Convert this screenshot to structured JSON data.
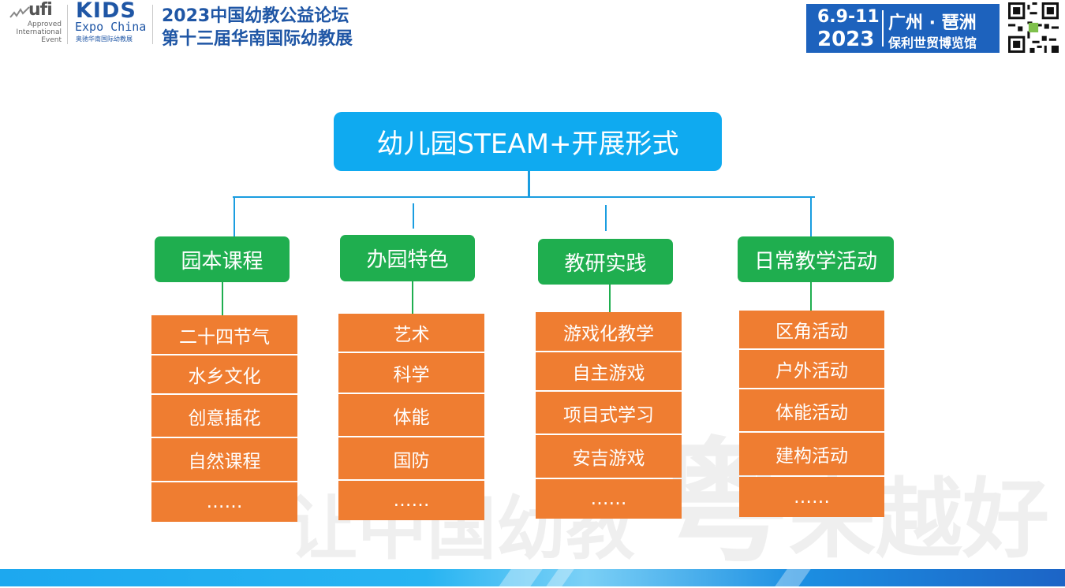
{
  "header": {
    "ufi": {
      "word": "ufi",
      "line1": "Approved",
      "line2": "International",
      "line3": "Event"
    },
    "kids": {
      "word": "KIDS",
      "expo": "Expo China",
      "subtitle": "奥驰华南国际幼教展"
    },
    "forum": {
      "line1": "2023中国幼教公益论坛",
      "line2": "第十三届华南国际幼教展"
    },
    "badge": {
      "days": "6.9-11",
      "year": "2023",
      "city": "广州 · 琶洲",
      "hall": "保利世贸博览馆"
    }
  },
  "diagram": {
    "root": "幼儿园STEAM+开展形式",
    "categories": [
      {
        "label": "园本课程",
        "items": [
          "二十四节气",
          "水乡文化",
          "创意插花",
          "自然课程",
          "……"
        ]
      },
      {
        "label": "办园特色",
        "items": [
          "艺术",
          "科学",
          "体能",
          "国防",
          "……"
        ]
      },
      {
        "label": "教研实践",
        "items": [
          "游戏化教学",
          "自主游戏",
          "项目式学习",
          "安吉游戏",
          "……"
        ]
      },
      {
        "label": "日常教学活动",
        "items": [
          "区角活动",
          "户外活动",
          "体能活动",
          "建构活动",
          "……"
        ]
      }
    ]
  },
  "watermark": {
    "big": "粤",
    "small": "让中国幼教",
    "tail": "来越好"
  },
  "colors": {
    "root": "#0faaf0",
    "category": "#1fae4f",
    "leaf": "#ef7d31",
    "brand": "#1f56a5"
  }
}
